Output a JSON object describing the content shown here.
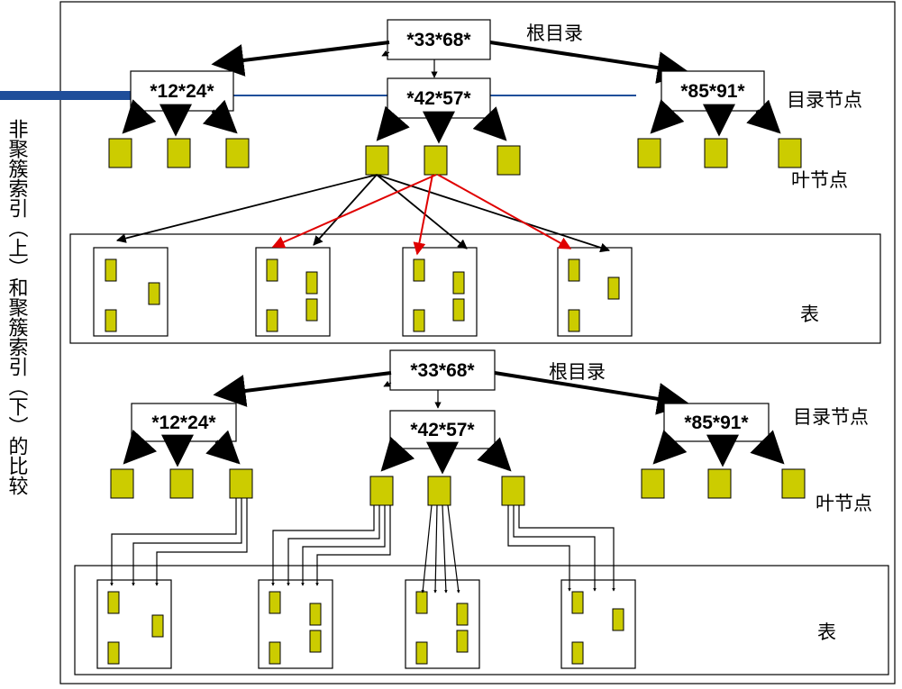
{
  "side_title": "非聚簇索引（上）和聚簇索引（下）的比较",
  "colors": {
    "leaf_fill": "#cccc00",
    "pointer_red": "#e00000",
    "accent_bar": "#1f4e9a"
  },
  "top": {
    "root_key": "*33*68*",
    "root_label": "根目录",
    "dir_nodes": [
      "*12*24*",
      "*42*57*",
      "*85*91*"
    ],
    "dir_label": "目录节点",
    "leaf_label": "叶节点",
    "table_label": "表"
  },
  "bottom": {
    "root_key": "*33*68*",
    "root_label": "根目录",
    "dir_nodes": [
      "*12*24*",
      "*42*57*",
      "*85*91*"
    ],
    "dir_label": "目录节点",
    "leaf_label": "叶节点",
    "table_label": "表"
  }
}
